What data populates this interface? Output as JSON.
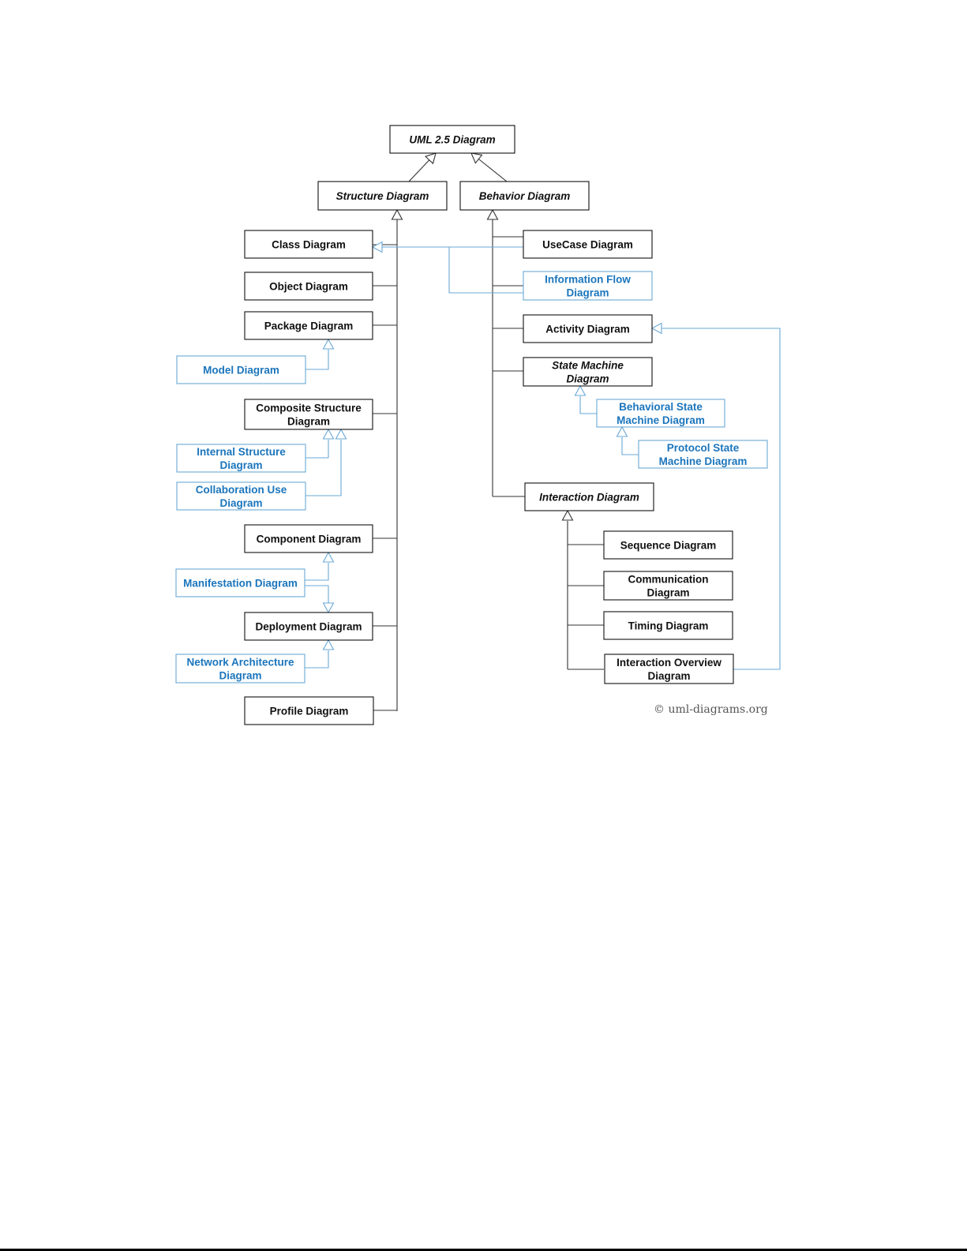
{
  "colors": {
    "standard_node": "#111111",
    "extension_node": "#1b75bc",
    "extension_border": "#6aa8d6",
    "connector": "#333333",
    "extension_connector": "#6aa8d6",
    "background": "#ffffff"
  },
  "nodes": {
    "uml": {
      "lines": [
        "UML 2.5 Diagram"
      ],
      "abstract": true,
      "kind": "standard"
    },
    "structure": {
      "lines": [
        "Structure Diagram"
      ],
      "abstract": true,
      "kind": "standard"
    },
    "behavior": {
      "lines": [
        "Behavior Diagram"
      ],
      "abstract": true,
      "kind": "standard"
    },
    "class": {
      "lines": [
        "Class Diagram"
      ],
      "abstract": false,
      "kind": "standard"
    },
    "object": {
      "lines": [
        "Object Diagram"
      ],
      "abstract": false,
      "kind": "standard"
    },
    "package": {
      "lines": [
        "Package Diagram"
      ],
      "abstract": false,
      "kind": "standard"
    },
    "model": {
      "lines": [
        "Model Diagram"
      ],
      "abstract": false,
      "kind": "extension"
    },
    "composite": {
      "lines": [
        "Composite Structure",
        "Diagram"
      ],
      "abstract": false,
      "kind": "standard"
    },
    "internal": {
      "lines": [
        "Internal Structure",
        "Diagram"
      ],
      "abstract": false,
      "kind": "extension"
    },
    "collaboration": {
      "lines": [
        "Collaboration Use",
        "Diagram"
      ],
      "abstract": false,
      "kind": "extension"
    },
    "component": {
      "lines": [
        "Component Diagram"
      ],
      "abstract": false,
      "kind": "standard"
    },
    "manifestation": {
      "lines": [
        "Manifestation Diagram"
      ],
      "abstract": false,
      "kind": "extension"
    },
    "deployment": {
      "lines": [
        "Deployment Diagram"
      ],
      "abstract": false,
      "kind": "standard"
    },
    "network": {
      "lines": [
        "Network Architecture",
        "Diagram"
      ],
      "abstract": false,
      "kind": "extension"
    },
    "profile": {
      "lines": [
        "Profile Diagram"
      ],
      "abstract": false,
      "kind": "standard"
    },
    "usecase": {
      "lines": [
        "UseCase Diagram"
      ],
      "abstract": false,
      "kind": "standard"
    },
    "infoflow": {
      "lines": [
        "Information Flow",
        "Diagram"
      ],
      "abstract": false,
      "kind": "extension"
    },
    "activity": {
      "lines": [
        "Activity Diagram"
      ],
      "abstract": false,
      "kind": "standard"
    },
    "statemachine": {
      "lines": [
        "State Machine",
        "Diagram"
      ],
      "abstract": true,
      "kind": "standard"
    },
    "behavioralsm": {
      "lines": [
        "Behavioral State",
        "Machine Diagram"
      ],
      "abstract": false,
      "kind": "extension"
    },
    "protocolsm": {
      "lines": [
        "Protocol State",
        "Machine Diagram"
      ],
      "abstract": false,
      "kind": "extension"
    },
    "interaction": {
      "lines": [
        "Interaction Diagram"
      ],
      "abstract": true,
      "kind": "standard"
    },
    "sequence": {
      "lines": [
        "Sequence Diagram"
      ],
      "abstract": false,
      "kind": "standard"
    },
    "communication": {
      "lines": [
        "Communication",
        "Diagram"
      ],
      "abstract": false,
      "kind": "standard"
    },
    "timing": {
      "lines": [
        "Timing Diagram"
      ],
      "abstract": false,
      "kind": "standard"
    },
    "overview": {
      "lines": [
        "Interaction Overview",
        "Diagram"
      ],
      "abstract": false,
      "kind": "standard"
    }
  },
  "relations": [
    {
      "child": "structure",
      "parent": "uml"
    },
    {
      "child": "behavior",
      "parent": "uml"
    },
    {
      "child": "class",
      "parent": "structure"
    },
    {
      "child": "object",
      "parent": "structure"
    },
    {
      "child": "package",
      "parent": "structure"
    },
    {
      "child": "composite",
      "parent": "structure"
    },
    {
      "child": "component",
      "parent": "structure"
    },
    {
      "child": "deployment",
      "parent": "structure"
    },
    {
      "child": "profile",
      "parent": "structure"
    },
    {
      "child": "model",
      "parent": "package"
    },
    {
      "child": "internal",
      "parent": "composite"
    },
    {
      "child": "collaboration",
      "parent": "composite"
    },
    {
      "child": "manifestation",
      "parent": "component"
    },
    {
      "child": "manifestation",
      "parent": "deployment"
    },
    {
      "child": "network",
      "parent": "deployment"
    },
    {
      "child": "usecase",
      "parent": "behavior"
    },
    {
      "child": "infoflow",
      "parent": "behavior"
    },
    {
      "child": "infoflow",
      "parent": "class"
    },
    {
      "child": "usecase",
      "parent": "class"
    },
    {
      "child": "activity",
      "parent": "behavior"
    },
    {
      "child": "statemachine",
      "parent": "behavior"
    },
    {
      "child": "interaction",
      "parent": "behavior"
    },
    {
      "child": "behavioralsm",
      "parent": "statemachine"
    },
    {
      "child": "protocolsm",
      "parent": "behavioralsm"
    },
    {
      "child": "sequence",
      "parent": "interaction"
    },
    {
      "child": "communication",
      "parent": "interaction"
    },
    {
      "child": "timing",
      "parent": "interaction"
    },
    {
      "child": "overview",
      "parent": "interaction"
    },
    {
      "child": "overview",
      "parent": "activity"
    }
  ],
  "copyright": "© uml-diagrams.org"
}
